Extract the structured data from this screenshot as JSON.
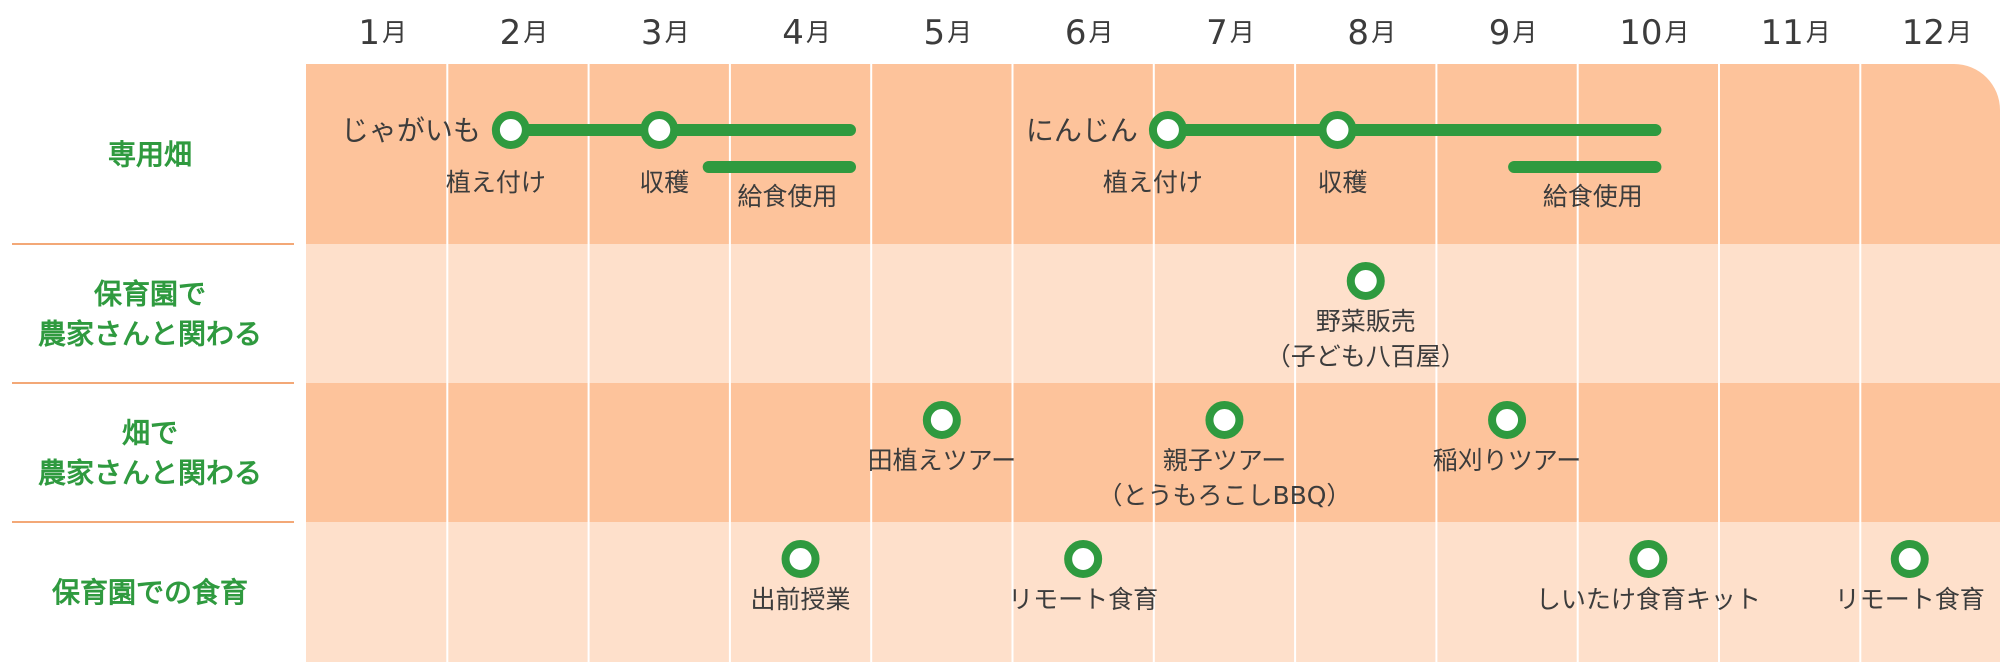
{
  "months": [
    {
      "num": "1",
      "unit": "月"
    },
    {
      "num": "2",
      "unit": "月"
    },
    {
      "num": "3",
      "unit": "月"
    },
    {
      "num": "4",
      "unit": "月"
    },
    {
      "num": "5",
      "unit": "月"
    },
    {
      "num": "6",
      "unit": "月"
    },
    {
      "num": "7",
      "unit": "月"
    },
    {
      "num": "8",
      "unit": "月"
    },
    {
      "num": "9",
      "unit": "月"
    },
    {
      "num": "10",
      "unit": "月"
    },
    {
      "num": "11",
      "unit": "月"
    },
    {
      "num": "12",
      "unit": "月"
    }
  ],
  "rows": [
    {
      "id": "field",
      "label_lines": [
        "専用畑"
      ]
    },
    {
      "id": "nursery-farmers",
      "label_lines": [
        "保育園で",
        "農家さんと関わる"
      ]
    },
    {
      "id": "farm-farmers",
      "label_lines": [
        "畑で",
        "農家さんと関わる"
      ]
    },
    {
      "id": "nursery-food-ed",
      "label_lines": [
        "保育園での食育"
      ]
    }
  ],
  "crops": [
    {
      "name": "じゃがいも",
      "planting": {
        "month": 2.45,
        "label": "植え付け"
      },
      "harvest": {
        "month": 3.5,
        "label": "収穫"
      },
      "grow_end": 4.85,
      "lunch": {
        "start": 3.85,
        "end": 4.85,
        "label": "給食使用"
      }
    },
    {
      "name": "にんじん",
      "planting": {
        "month": 7.1,
        "label": "植え付け"
      },
      "harvest": {
        "month": 8.3,
        "label": "収穫"
      },
      "grow_end": 10.55,
      "lunch": {
        "start": 9.55,
        "end": 10.55,
        "label": "給食使用"
      }
    }
  ],
  "events": [
    {
      "row": 1,
      "month": 8.5,
      "lines": [
        "野菜販売",
        "（子ども八百屋）"
      ]
    },
    {
      "row": 2,
      "month": 5.5,
      "lines": [
        "田植えツアー"
      ]
    },
    {
      "row": 2,
      "month": 7.5,
      "lines": [
        "親子ツアー",
        "（とうもろこしBBQ）"
      ]
    },
    {
      "row": 2,
      "month": 9.5,
      "lines": [
        "稲刈りツアー"
      ]
    },
    {
      "row": 3,
      "month": 4.5,
      "lines": [
        "出前授業"
      ]
    },
    {
      "row": 3,
      "month": 6.5,
      "lines": [
        "リモート食育"
      ]
    },
    {
      "row": 3,
      "month": 10.5,
      "lines": [
        "しいたけ食育キット"
      ]
    },
    {
      "row": 3,
      "month": 12.35,
      "lines": [
        "リモート食育"
      ]
    }
  ],
  "colors": {
    "band_dark": "#fdc39b",
    "band_light": "#fee0cb",
    "green": "#2f9a3f",
    "text": "#3c3c3c",
    "divider": "#f3a877",
    "grid": "#ffffff"
  }
}
